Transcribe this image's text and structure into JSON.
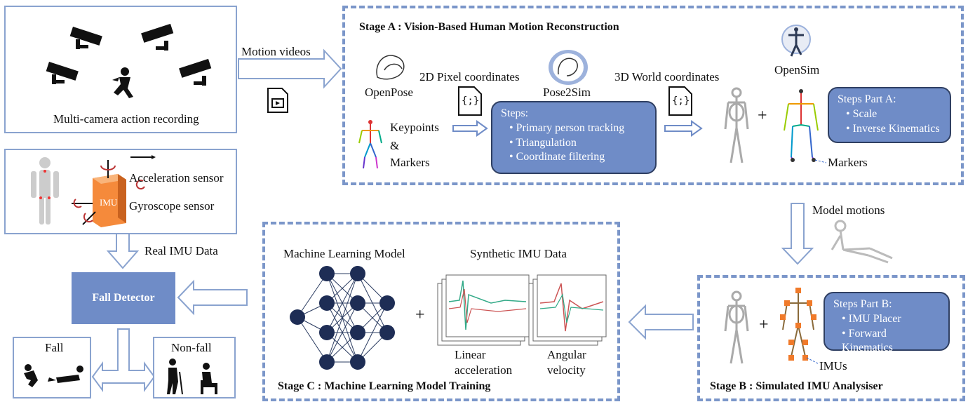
{
  "recording": {
    "label": "Multi-camera action recording"
  },
  "arrows": {
    "motion_videos": "Motion videos",
    "model_motions": "Model motions",
    "real_imu": "Real IMU Data"
  },
  "stage_a": {
    "title": "Stage A : Vision-Based Human Motion Reconstruction",
    "openpose": "OpenPose",
    "pixel_coords": "2D Pixel coordinates",
    "pose2sim": "Pose2Sim",
    "world_coords": "3D World coordinates",
    "opensim": "OpenSim",
    "keypoints": "Keypoints",
    "amp": "&",
    "markers_left": "Markers",
    "markers_right": "Markers",
    "json_icon": "{;}",
    "plus": "+",
    "steps_title": "Steps:",
    "steps": [
      "Primary person tracking",
      "Triangulation",
      "Coordinate filtering"
    ],
    "parta_title": "Steps Part A:",
    "parta": [
      "Scale",
      "Inverse Kinematics"
    ]
  },
  "imu_sensor": {
    "accel": "Acceleration sensor",
    "gyro": "Gyroscope sensor",
    "imu": "IMU"
  },
  "fall_detector": "Fall Detector",
  "fall": "Fall",
  "nonfall": "Non-fall",
  "stage_c": {
    "title": "Stage C : Machine Learning Model Training",
    "ml_model": "Machine Learning Model",
    "synthetic": "Synthetic IMU Data",
    "plus": "+",
    "linear1": "Linear",
    "linear2": "acceleration",
    "angular1": "Angular",
    "angular2": "velocity"
  },
  "stage_b": {
    "title": "Stage B : Simulated IMU Analysiser",
    "plus": "+",
    "partb_title": "Steps Part B:",
    "partb": [
      "IMU Placer",
      "Forward Kinematics"
    ],
    "imus": "IMUs"
  }
}
